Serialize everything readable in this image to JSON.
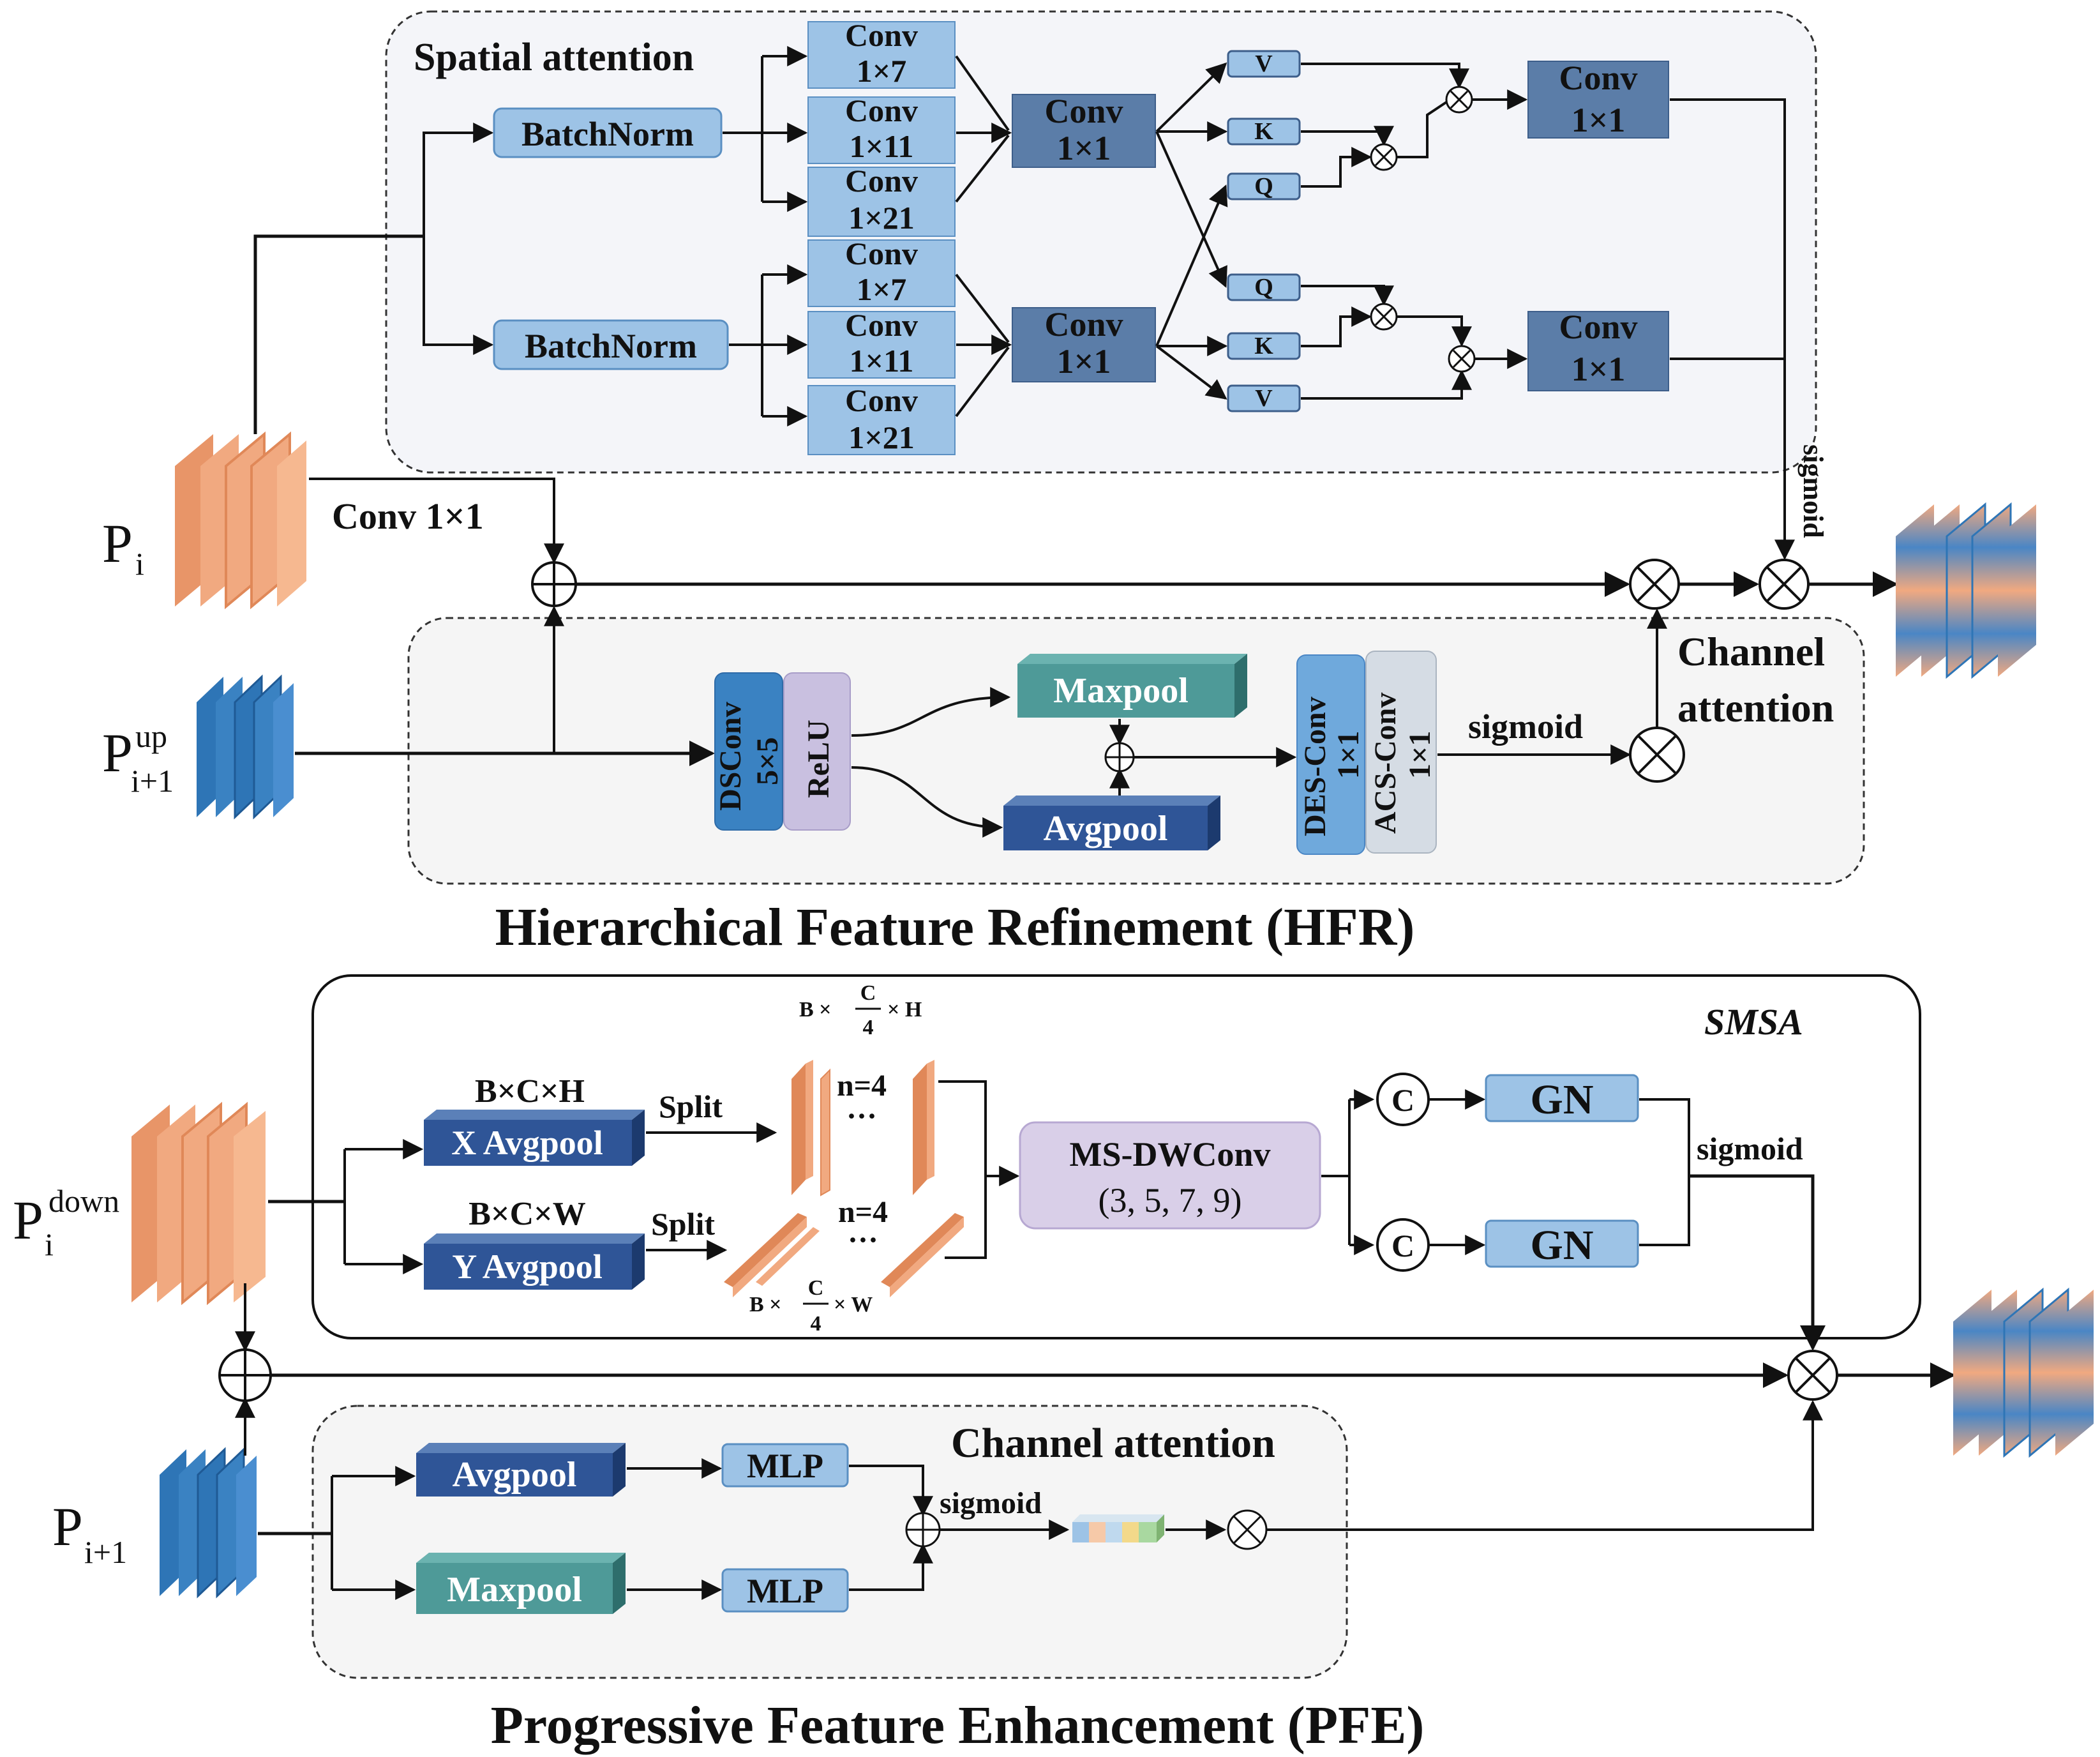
{
  "hfr": {
    "title": "Hierarchical Feature Refinement (HFR)",
    "spatial_attention_label": "Spatial attention",
    "channel_attention_label_1": "Channel",
    "channel_attention_label_2": "attention",
    "input_pi": "P",
    "input_pi_sub": "i",
    "input_pup": "P",
    "input_pup_sup": "up",
    "input_pup_sub": "i+1",
    "conv1x1_label": "Conv 1×1",
    "batchnorm": "BatchNorm",
    "conv_1x7_a": "Conv",
    "conv_1x7_b": "1×7",
    "conv_1x11_a": "Conv",
    "conv_1x11_b": "1×11",
    "conv_1x21_a": "Conv",
    "conv_1x21_b": "1×21",
    "conv_a": "Conv",
    "conv_b": "1×1",
    "v": "V",
    "k": "K",
    "q": "Q",
    "sigmoid": "sigmoid",
    "dsconv_a": "DSConv",
    "dsconv_b": "5×5",
    "relu": "ReLU",
    "maxpool": "Maxpool",
    "avgpool": "Avgpool",
    "desconv_a": "DES-Conv",
    "desconv_b": "1×1",
    "acsconv_a": "ACS-Conv",
    "acsconv_b": "1×1"
  },
  "pfe": {
    "title": "Progressive Feature Enhancement (PFE)",
    "smsa_label": "SMSA",
    "channel_attention_label": "Channel attention",
    "input_pdown": "P",
    "input_pdown_sup": "down",
    "input_pdown_sub": "i",
    "input_p": "P",
    "input_p_sub": "i+1",
    "bch": "B×C×H",
    "bcw": "B×C×W",
    "split": "Split",
    "x_avgpool": "X Avgpool",
    "y_avgpool": "Y Avgpool",
    "n4": "n=4",
    "dots": "···",
    "frac_top_prefix": "B ×",
    "frac_top_suffix": "× H",
    "frac_bot_prefix": "B ×",
    "frac_bot_suffix": "× W",
    "frac_num": "C",
    "frac_den": "4",
    "msdwconv_a": "MS-DWConv",
    "msdwconv_b": "(3, 5, 7, 9)",
    "concat": "C",
    "gn": "GN",
    "sigmoid": "sigmoid",
    "avgpool": "Avgpool",
    "maxpool": "Maxpool",
    "mlp": "MLP"
  },
  "colors": {
    "orange": "#F1A980",
    "blue": "#2E75B6",
    "light_blue": "#9DC3E6",
    "steel": "#5B7DA8",
    "navy": "#2F5597",
    "teal": "#4E9A98",
    "lavender": "#C9C0E0",
    "region_bg": "#F5F5F8"
  }
}
